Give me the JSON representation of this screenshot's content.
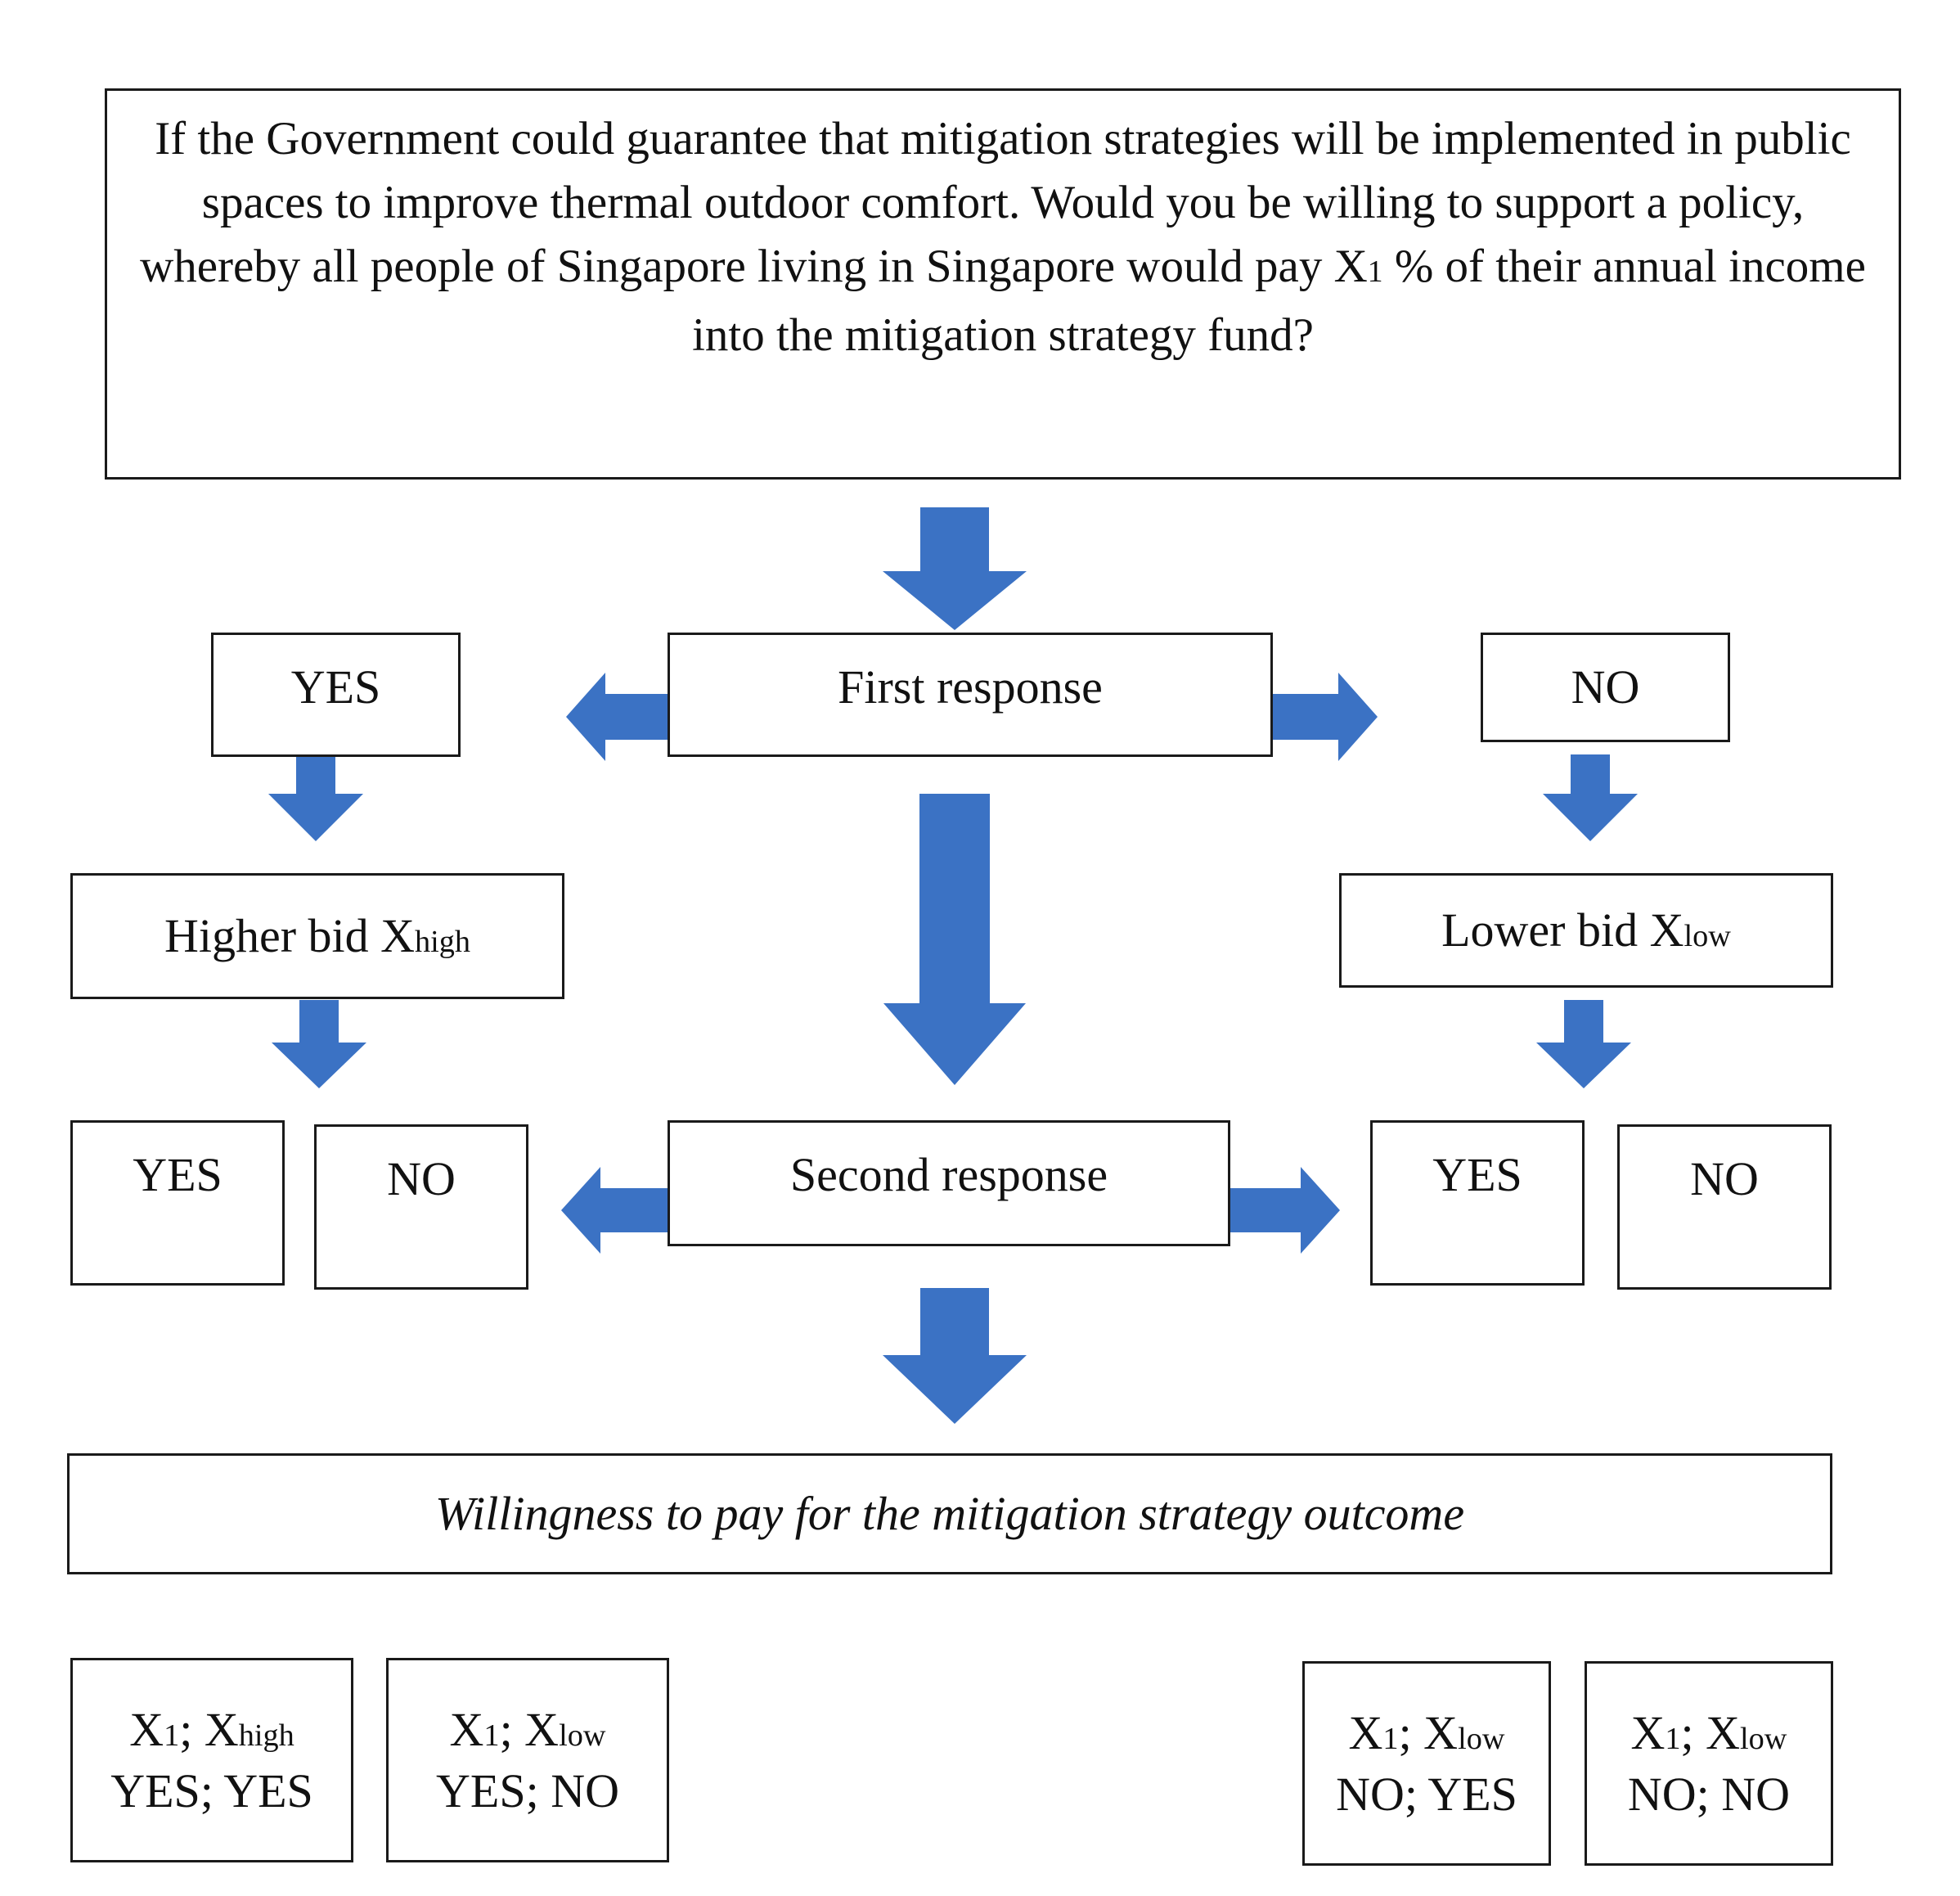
{
  "question": {
    "text_before": "If the Government could guarantee that mitigation strategies will be implemented in public spaces to improve thermal outdoor comfort. Would you be willing to support a policy, whereby all people of Singapore living in Singapore would pay X",
    "sub": "1",
    "text_after": " % of their annual income into the mitigation strategy fund?"
  },
  "first_response": {
    "label": "First response",
    "yes": "YES",
    "no": "NO"
  },
  "higher_bid": {
    "label": "Higher bid X",
    "sub": "high"
  },
  "lower_bid": {
    "label": "Lower bid X",
    "sub": "low"
  },
  "second_response": {
    "label": "Second response",
    "left_yes": "YES",
    "left_no": "NO",
    "right_yes": "YES",
    "right_no": "NO"
  },
  "outcome_title": "Willingness to pay for the mitigation strategy outcome",
  "outcomes": [
    {
      "x": "X",
      "x_sub": "1",
      "sep": "; X",
      "bid_sub": "high",
      "answers": "YES; YES"
    },
    {
      "x": "X",
      "x_sub": "1",
      "sep": "; X",
      "bid_sub": "low",
      "answers": "YES; NO"
    },
    {
      "x": "X",
      "x_sub": "1",
      "sep": "; X",
      "bid_sub": "low",
      "answers": "NO; YES"
    },
    {
      "x": "X",
      "x_sub": "1",
      "sep": "; X",
      "bid_sub": "low",
      "answers": "NO; NO"
    }
  ],
  "colors": {
    "arrow": "#3b72c4",
    "border": "#1a1a1a"
  }
}
